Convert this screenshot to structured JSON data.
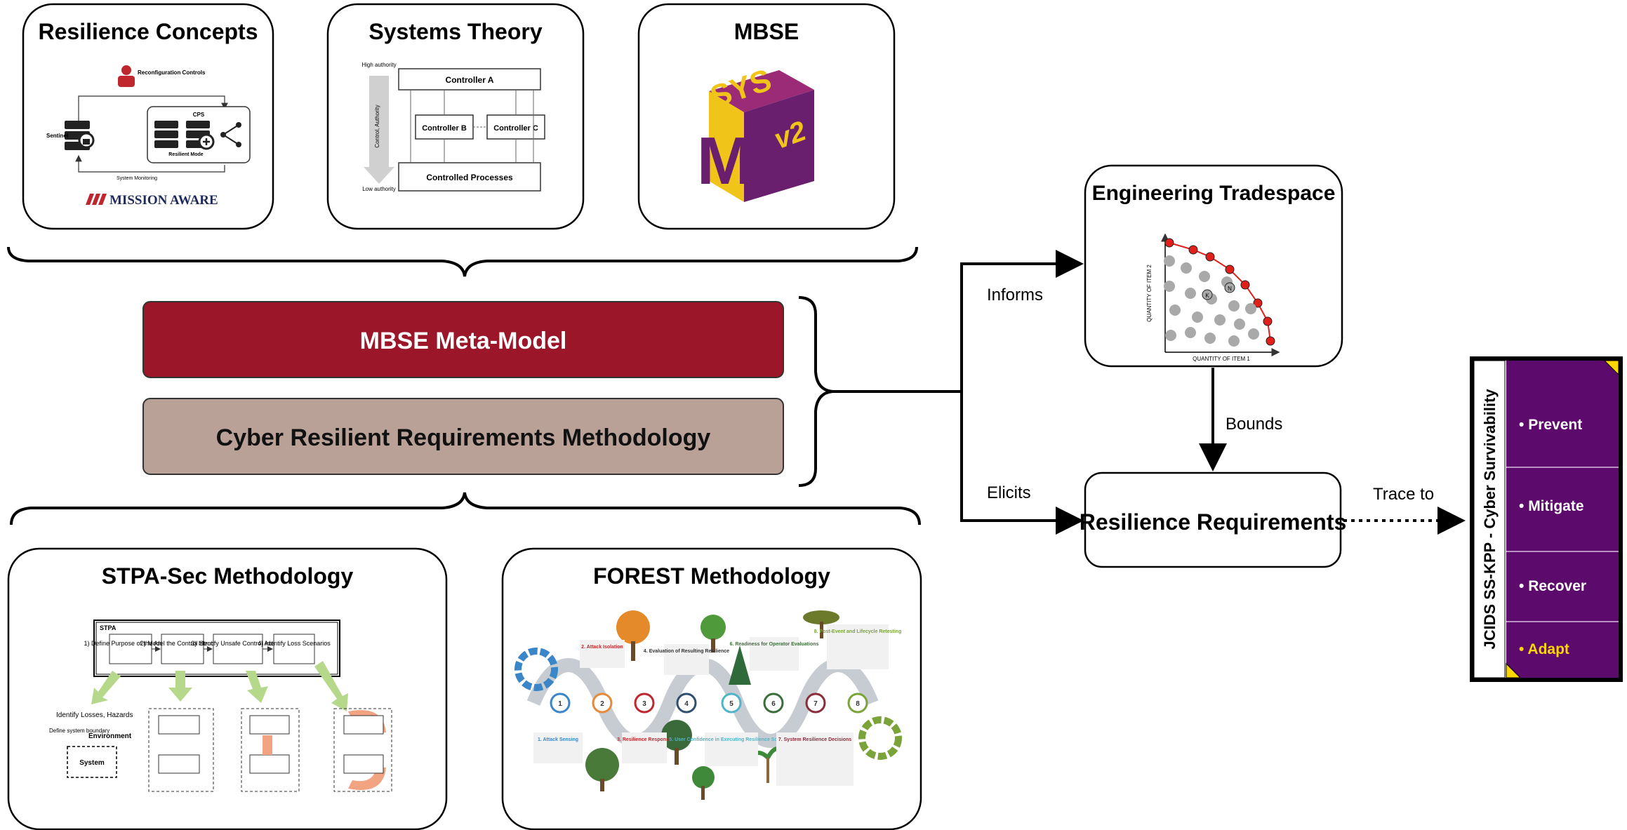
{
  "top_panels": {
    "resilience_concepts": {
      "title": "Resilience Concepts",
      "reconfig_label": "Reconfiguration Controls",
      "sentinel_label": "Sentinel",
      "cps_label": "CPS",
      "resilient_mode_label": "Resilient Mode",
      "monitoring_label": "System Monitoring",
      "logo_text": "MISSION AWARE"
    },
    "systems_theory": {
      "title": "Systems Theory",
      "high_authority": "High authority",
      "low_authority": "Low authority",
      "axis_label": "Control, Authority",
      "controller_a": "Controller A",
      "controller_b": "Controller B",
      "controller_c": "Controller C",
      "controlled_processes": "Controlled Processes"
    },
    "mbse": {
      "title": "MBSE",
      "logo_sys": "SYS",
      "logo_ml": "ML",
      "logo_v2": "v2"
    }
  },
  "center": {
    "meta_model": "MBSE Meta-Model",
    "methodology": "Cyber Resilient Requirements Methodology"
  },
  "bottom_panels": {
    "stpa": {
      "title": "STPA-Sec Methodology",
      "frame_label": "STPA",
      "steps": [
        "1) Define Purpose of the Analysis",
        "2) Model the Control Structure",
        "3) Identify Unsafe Control Actions",
        "4) Identify Loss Scenarios"
      ],
      "losses_label": "Identify Losses, Hazards",
      "boundary_label": "Define system boundary",
      "environment_label": "Environment",
      "system_label": "System"
    },
    "forest": {
      "title": "FOREST Methodology",
      "steps_top": [
        "2. Attack Isolation",
        "4. Evaluation of Resulting Resilience",
        "6. Readiness for Operator Evaluations",
        "8. Post-Event and Lifecycle Retesting"
      ],
      "steps_bottom": [
        "1. Attack Sensing",
        "3. Resilience Response",
        "5. User Confidence in Executing Resilience Solutions",
        "7. System Resilience Decisions"
      ],
      "numbers": [
        "1",
        "2",
        "3",
        "4",
        "5",
        "6",
        "7",
        "8"
      ]
    }
  },
  "right": {
    "tradespace": {
      "title": "Engineering Tradespace",
      "x_label": "QUANTITY OF ITEM 1",
      "y_label": "QUANTITY OF ITEM 2",
      "point_k": "K",
      "point_n": "N"
    },
    "requirements": "Resilience Requirements",
    "informs": "Informs",
    "elicits": "Elicits",
    "bounds": "Bounds",
    "trace_to": "Trace to"
  },
  "jcids": {
    "title": "JCIDS SS-KPP - Cyber Survivability",
    "items": [
      "Prevent",
      "Mitigate",
      "Recover",
      "Adapt"
    ],
    "colors": {
      "panel": "#5c0a6b",
      "highlight": "#ffd700",
      "text": "#ffffff"
    }
  },
  "colors": {
    "meta_model": "#9a1628",
    "methodology": "#b9a197",
    "resilience_red": "#c0262d",
    "tradespace_red": "#e0201b"
  }
}
